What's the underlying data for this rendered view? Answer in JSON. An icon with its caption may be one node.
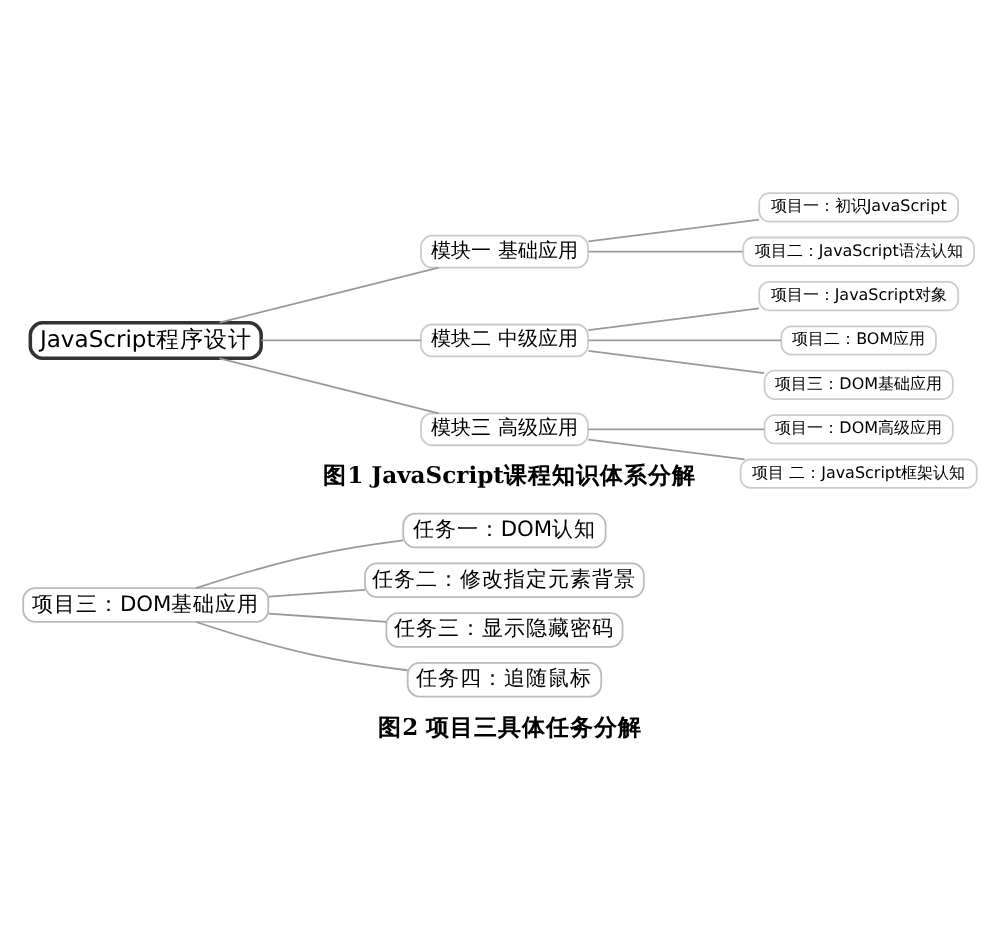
{
  "diagram": {
    "nodes": [
      {
        "text": [
          "JavaScript程序设计"
        ]
      },
      {
        "text": [
          "模块一 基础应用"
        ]
      },
      {
        "text": [
          "项目一：初识JavaScript"
        ]
      },
      {
        "text": [
          "项目二：JavaScript语法认知"
        ]
      },
      {
        "text": [
          "模块二 中级应用"
        ]
      },
      {
        "text": [
          "项目一：JavaScript对象"
        ]
      },
      {
        "text": [
          "项目二：BOM应用"
        ]
      },
      {
        "text": [
          "项目三：DOM基础应用"
        ]
      },
      {
        "text": [
          "模块三 高级应用"
        ]
      },
      {
        "text": [
          "项目一：DOM高级应用"
        ]
      },
      {
        "text": [
          "项目 二：JavaScript框架认知"
        ]
      },
      {
        "text": [
          "项目三：DOM基础应用"
        ]
      },
      {
        "text": [
          "任务一：DOM认知"
        ]
      },
      {
        "text": [
          "任务二：修改指定元素背景"
        ]
      },
      {
        "text": [
          "任务三：显示隐藏密码"
        ]
      },
      {
        "text": [
          "任务四：追随鼠标"
        ]
      }
    ],
    "edges": [
      {
        "from": 0,
        "to": 1,
        "arrow": "none"
      },
      {
        "from": 0,
        "to": 4,
        "arrow": "none"
      },
      {
        "from": 0,
        "to": 8,
        "arrow": "none"
      },
      {
        "from": 1,
        "to": 2,
        "arrow": "none"
      },
      {
        "from": 1,
        "to": 3,
        "arrow": "none"
      },
      {
        "from": 4,
        "to": 5,
        "arrow": "none"
      },
      {
        "from": 4,
        "to": 6,
        "arrow": "none"
      },
      {
        "from": 4,
        "to": 7,
        "arrow": "none"
      },
      {
        "from": 8,
        "to": 9,
        "arrow": "none"
      },
      {
        "from": 8,
        "to": 10,
        "arrow": "none"
      },
      {
        "from": 11,
        "to": 12,
        "arrow": "none"
      },
      {
        "from": 11,
        "to": 13,
        "arrow": "none"
      },
      {
        "from": 11,
        "to": 14,
        "arrow": "none"
      },
      {
        "from": 11,
        "to": 15,
        "arrow": "none"
      }
    ],
    "labels": [
      "图1 JavaScript课程知识体系分解",
      "图2 项目三具体任务分解"
    ]
  }
}
